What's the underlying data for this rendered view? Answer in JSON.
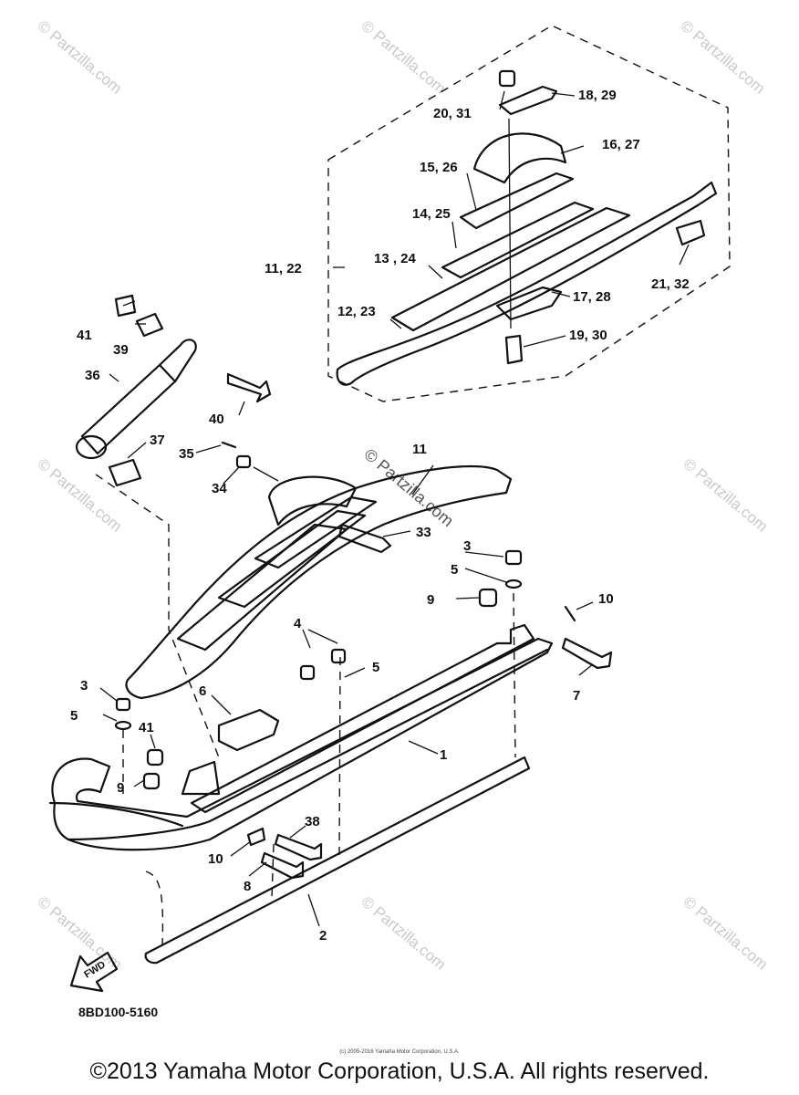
{
  "diagram": {
    "part_code": "8BD100-5160",
    "fwd_arrow_label": "FWD",
    "small_copyright": "(c) 2005-2016 Yamaha Motor Corporation, U.S.A.",
    "copyright": "©2013 Yamaha Motor Corporation, U.S.A. All rights reserved.",
    "watermark": "© Partzilla.com",
    "callouts": [
      {
        "id": "c1",
        "text": "1"
      },
      {
        "id": "c2",
        "text": "2"
      },
      {
        "id": "c3a",
        "text": "3"
      },
      {
        "id": "c3b",
        "text": "3"
      },
      {
        "id": "c4",
        "text": "4"
      },
      {
        "id": "c5a",
        "text": "5"
      },
      {
        "id": "c5b",
        "text": "5"
      },
      {
        "id": "c5c",
        "text": "5"
      },
      {
        "id": "c6",
        "text": "6"
      },
      {
        "id": "c7",
        "text": "7"
      },
      {
        "id": "c8",
        "text": "8"
      },
      {
        "id": "c9a",
        "text": "9"
      },
      {
        "id": "c9b",
        "text": "9"
      },
      {
        "id": "c10a",
        "text": "10"
      },
      {
        "id": "c10b",
        "text": "10"
      },
      {
        "id": "c11",
        "text": "11"
      },
      {
        "id": "c33",
        "text": "33"
      },
      {
        "id": "c34",
        "text": "34"
      },
      {
        "id": "c35",
        "text": "35"
      },
      {
        "id": "c36",
        "text": "36"
      },
      {
        "id": "c37",
        "text": "37"
      },
      {
        "id": "c38",
        "text": "38"
      },
      {
        "id": "c39",
        "text": "39"
      },
      {
        "id": "c40",
        "text": "40"
      },
      {
        "id": "c41a",
        "text": "41"
      },
      {
        "id": "c41b",
        "text": "41"
      },
      {
        "id": "c1122",
        "text": "11, 22"
      },
      {
        "id": "c1223",
        "text": "12, 23"
      },
      {
        "id": "c1324",
        "text": "13 , 24"
      },
      {
        "id": "c1425",
        "text": "14, 25"
      },
      {
        "id": "c1526",
        "text": "15, 26"
      },
      {
        "id": "c1627",
        "text": "16, 27"
      },
      {
        "id": "c1728",
        "text": "17, 28"
      },
      {
        "id": "c1829",
        "text": "18, 29"
      },
      {
        "id": "c1930",
        "text": "19, 30"
      },
      {
        "id": "c2031",
        "text": "20, 31"
      },
      {
        "id": "c2132",
        "text": "21, 32"
      }
    ]
  }
}
